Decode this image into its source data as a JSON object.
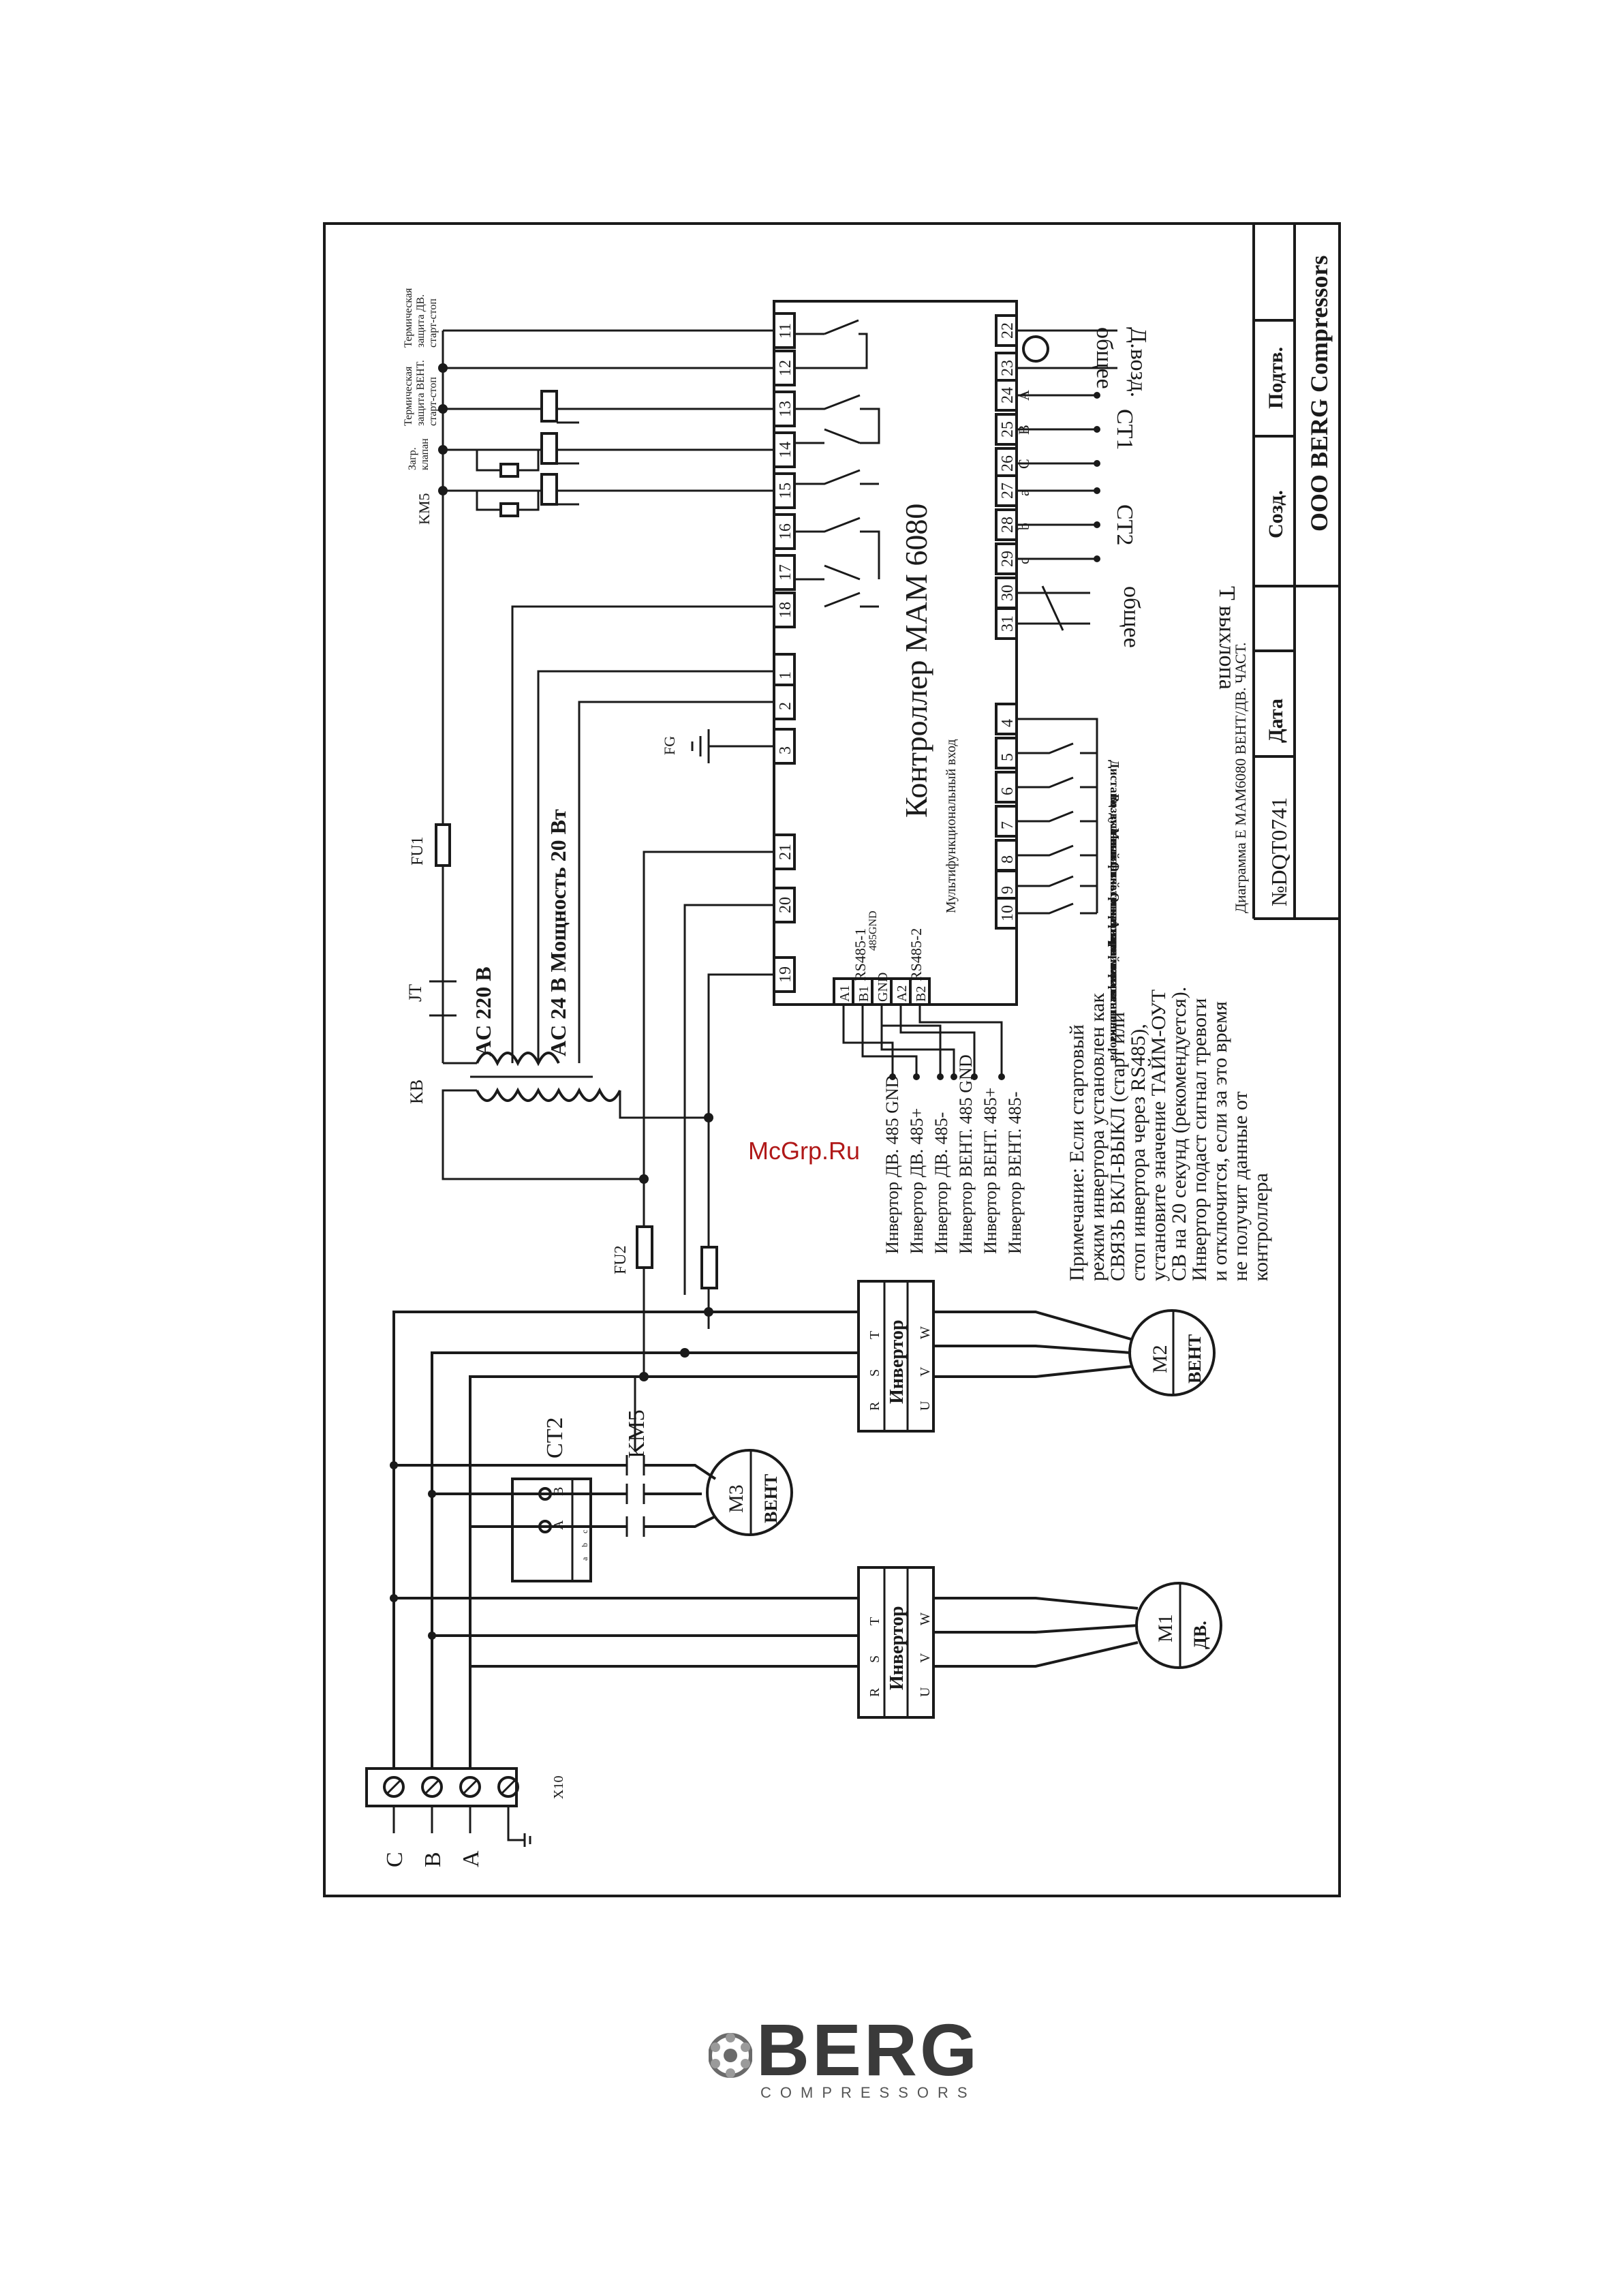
{
  "controller": {
    "title": "Контроллер MAM 6080",
    "top_terminals": [
      "11",
      "12",
      "13",
      "14",
      "15",
      "16",
      "17",
      "18",
      "1",
      "2",
      "3",
      "21",
      "20",
      "19"
    ],
    "bottom_terminals": [
      "22",
      "23",
      "24",
      "25",
      "26",
      "27",
      "28",
      "29",
      "30",
      "31",
      "4",
      "5",
      "6",
      "7",
      "8",
      "9",
      "10"
    ],
    "phase_letters": [
      "A",
      "B",
      "C",
      "a",
      "b",
      "c"
    ],
    "rs485_1": "RS485-1",
    "rs485_2": "RS485-2",
    "bus_pins": [
      "A1",
      "B1",
      "GND",
      "A2",
      "B2"
    ],
    "gnd_label": "485GND",
    "multi_input": "Мультифункциональный вход"
  },
  "inputs": [
    "Дистанц. вкл-выкл",
    "Воздушный фильтр",
    "Масляный сепаратор",
    "Отказ инвертора мотора",
    "Отказ инвертора вентилятора",
    "Аварийная остановка"
  ],
  "sensors": {
    "air_pressure": [
      "Д.возд.",
      "общее"
    ],
    "ct1": "CT1",
    "ct2": "CT2",
    "temp": [
      "T выхлопа",
      "общее"
    ]
  },
  "top_labels": {
    "thermal_motor": [
      "Термическая",
      "защита ДВ.",
      "старт-стоп"
    ],
    "thermal_fan": [
      "Термическая",
      "защита ВЕНТ.",
      "старт-стоп"
    ],
    "load": [
      "Загр.",
      "клапан"
    ],
    "km5": "KM5",
    "fg": "FG",
    "fu1": "FU1",
    "jt": "JT",
    "kb": "KB",
    "ac220": "AC 220 В",
    "ac24": "AC 24 В Мощность 20 Вт"
  },
  "rs485_lines": [
    "Инвертор ДВ. 485 GND",
    "Инвертор ДВ. 485+",
    "Инвертор ДВ. 485-",
    "Инвертор ВЕНТ. 485 GND",
    "Инвертор ВЕНТ. 485+",
    "Инвертор ВЕНТ. 485-"
  ],
  "note": [
    "Примечание: Если стартовый",
    "режим инвертора установлен как",
    "СВЯЗЬ ВКЛ-ВЫКЛ (старт или",
    "стоп инвертора через RS485),",
    "установите значение ТАЙМ-ОУТ",
    "CB на 20 секунд (рекомендуется).",
    "Инвертор подаст сигнал тревоги",
    "и отключится, если за это время",
    "не получит данные от",
    "контроллера"
  ],
  "power": {
    "fu2": "FU2",
    "inverter": "Инвертор",
    "in_pins": [
      "R",
      "S",
      "T"
    ],
    "out_pins": [
      "U",
      "V",
      "W"
    ],
    "m1": "M1",
    "m1_sub": "ДВ.",
    "m2": "M2",
    "m2_sub": "ВЕНТ",
    "m3": "M3",
    "m3_sub": "ВЕНТ",
    "ct2": "CT2",
    "km5": "KM5",
    "ct_pins": [
      "A",
      "B"
    ],
    "ct_small": [
      "a",
      "b",
      "c"
    ],
    "x10": "X10",
    "phases": [
      "C",
      "B",
      "A"
    ]
  },
  "title_block": {
    "drawing": "Диаграмма E MAM6080   ВЕНТ/ДВ. ЧАСТ.",
    "number": "№DQT0741",
    "date": "Дата",
    "created": "Созд.",
    "signed": "Подтв.",
    "company": "OOO BERG Compressors"
  },
  "watermark": "McGrp.Ru",
  "logo": {
    "word": "BERG",
    "sub": "COMPRESSORS"
  }
}
